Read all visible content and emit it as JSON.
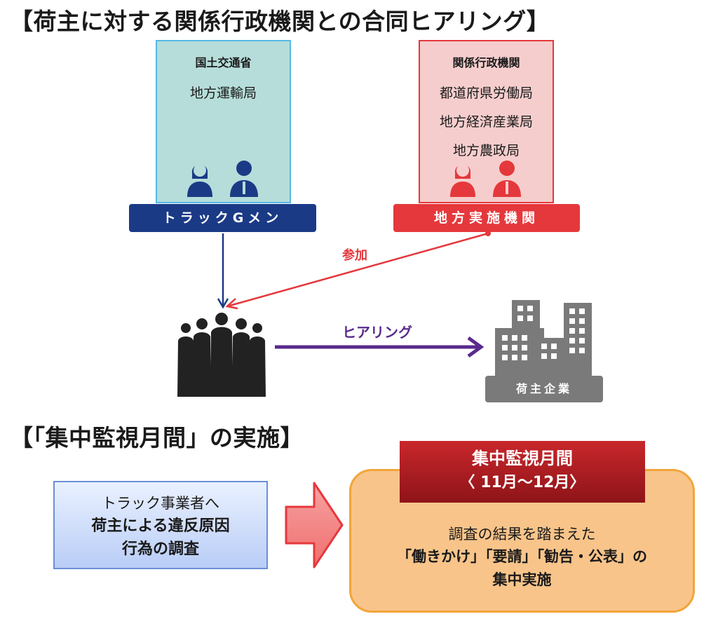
{
  "section1": {
    "title": "【荷主に対する関係行政機関との合同ヒアリング】"
  },
  "mlit": {
    "heading": "国土交通省",
    "items": [
      "地方運輸局"
    ],
    "banner": "トラックGメン"
  },
  "related": {
    "heading": "関係行政機関",
    "items": [
      "都道府県労働局",
      "地方経済産業局",
      "地方農政局"
    ],
    "banner": "地方実施機関"
  },
  "arrows": {
    "join_label": "参加",
    "hearing_label": "ヒアリング"
  },
  "shipper": {
    "label": "荷主企業"
  },
  "section2": {
    "title": "【「集中監視月間」の実施】"
  },
  "investigation": {
    "line1": "トラック事業者へ",
    "line2": "荷主による違反原因",
    "line3": "行為の調査"
  },
  "period": {
    "title": "集中監視月間",
    "range": "〈 11月〜12月〉"
  },
  "actions": {
    "line1": "調査の結果を踏まえた",
    "line2": "「働きかけ」「要請」「勧告・公表」の",
    "line3": "集中実施"
  },
  "colors": {
    "navy": "#1b3a86",
    "teal_bg": "#b6ddd9",
    "teal_border": "#54b8e6",
    "red": "#e5383c",
    "pink_bg": "#f6cdcd",
    "purple": "#5a2a8c",
    "gray": "#7a7a7a",
    "dark_red": "#a5151a",
    "orange_bg": "#f8c48a"
  }
}
